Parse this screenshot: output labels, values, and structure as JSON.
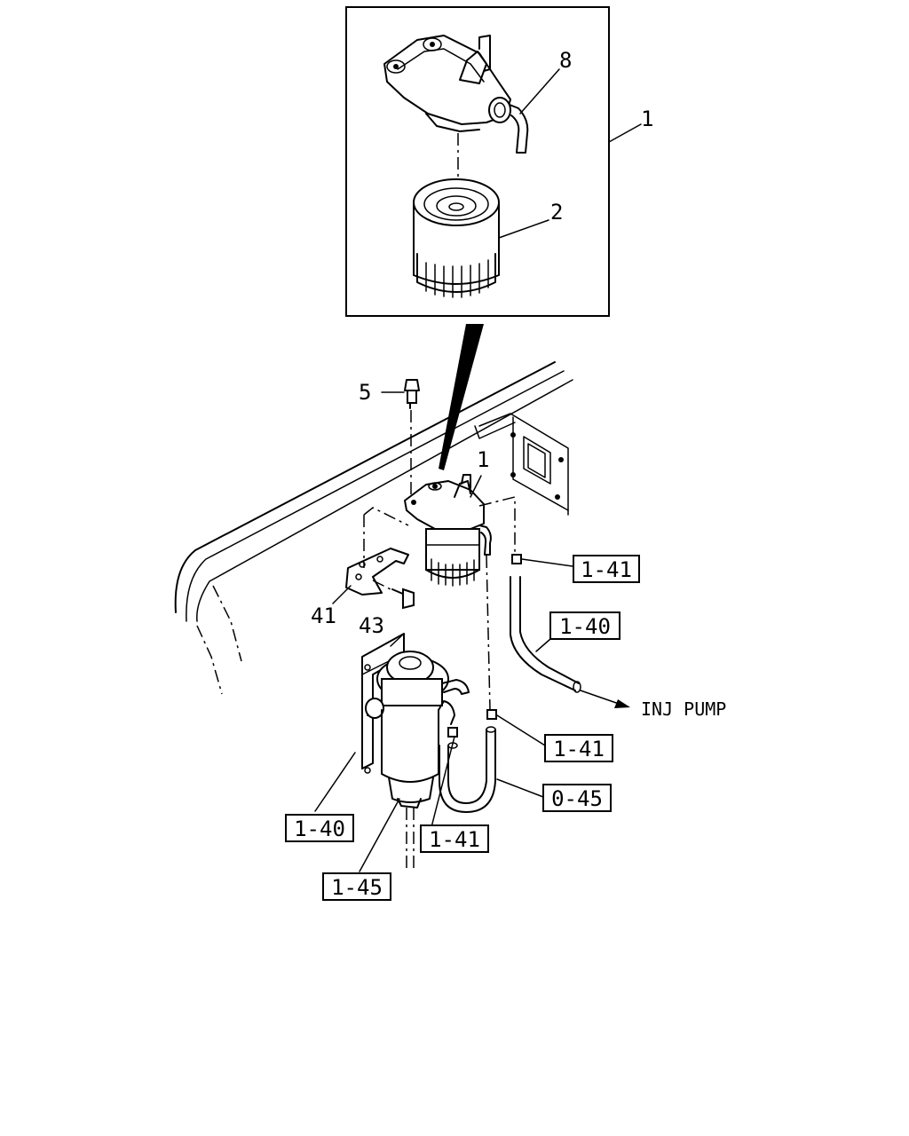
{
  "callouts": {
    "inset_assembly": "1",
    "inset_hose": "8",
    "inset_element": "2",
    "bolt": "5",
    "filter_assembly": "1",
    "bracket": "41",
    "bracket_bolt": "43"
  },
  "boxed_refs": {
    "clip_upper": "1-41",
    "hose_upper": "1-40",
    "clip_middle": "1-41",
    "hose_lower": "0-45",
    "sedimenter_hose": "1-40",
    "sedimenter_clip": "1-41",
    "sedimenter": "1-45"
  },
  "destination_label": "INJ PUMP"
}
